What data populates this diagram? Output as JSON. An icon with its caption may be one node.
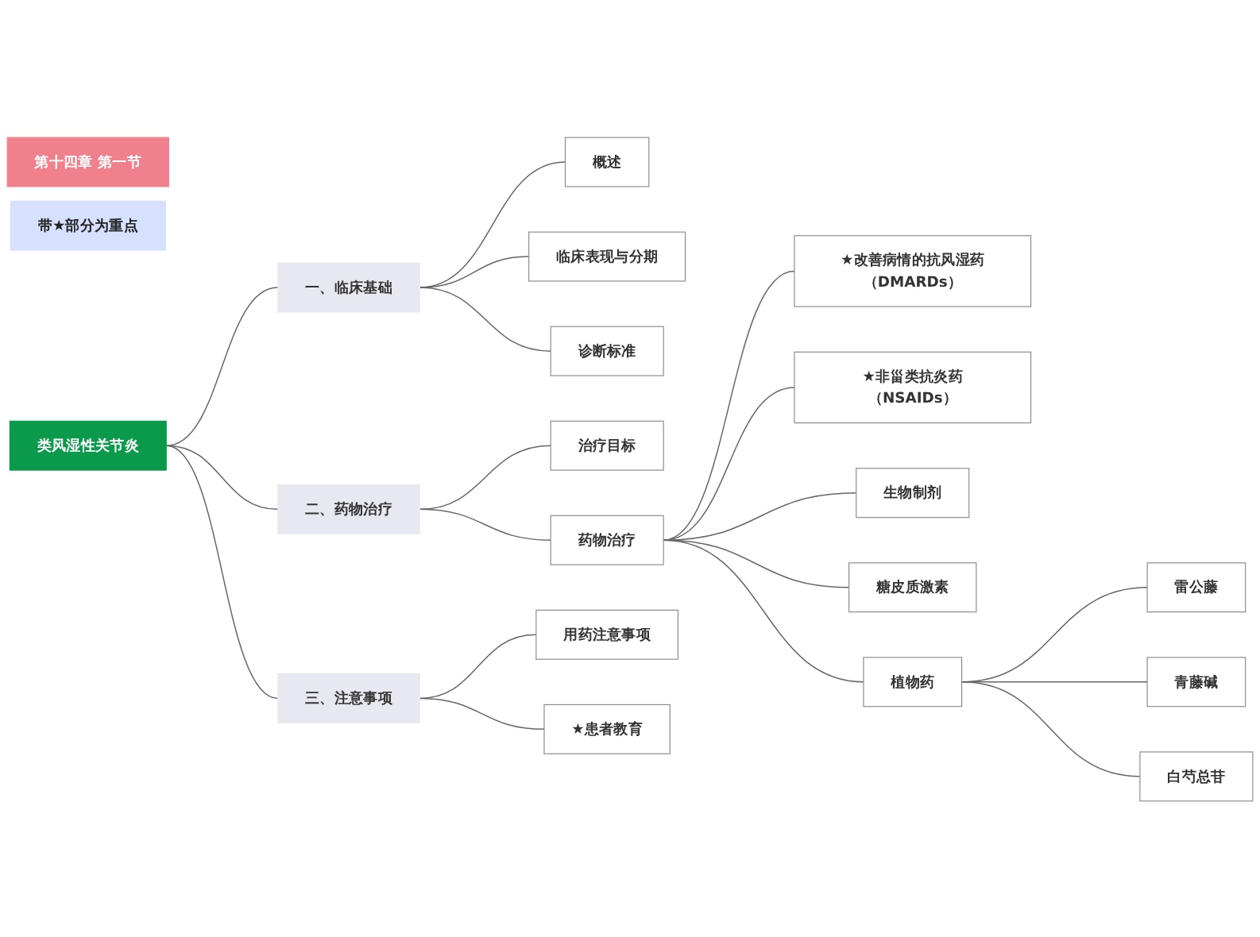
{
  "diagram": {
    "nodes": [
      {
        "text": [
          "第十四章  第一节"
        ]
      },
      {
        "text": [
          "带★部分为重点"
        ]
      },
      {
        "text": [
          "类风湿性关节炎"
        ]
      },
      {
        "text": [
          "一、临床基础"
        ]
      },
      {
        "text": [
          "概述"
        ]
      },
      {
        "text": [
          "临床表现与分期"
        ]
      },
      {
        "text": [
          "诊断标准"
        ]
      },
      {
        "text": [
          "二、药物治疗"
        ]
      },
      {
        "text": [
          "治疗目标"
        ]
      },
      {
        "text": [
          "药物治疗"
        ]
      },
      {
        "text": [
          "★改善病情的抗风湿药（DMARDs）"
        ]
      },
      {
        "text": [
          "★非甾类抗炎药（NSAIDs）"
        ]
      },
      {
        "text": [
          "生物制剂"
        ]
      },
      {
        "text": [
          "糖皮质激素"
        ]
      },
      {
        "text": [
          "植物药"
        ]
      },
      {
        "text": [
          "雷公藤"
        ]
      },
      {
        "text": [
          "青藤碱"
        ]
      },
      {
        "text": [
          "白芍总苷"
        ]
      },
      {
        "text": [
          "三、注意事项"
        ]
      },
      {
        "text": [
          "用药注意事项"
        ]
      },
      {
        "text": [
          "★患者教育"
        ]
      }
    ],
    "edges": [
      {
        "from": 2,
        "to": 3,
        "arrow": "none"
      },
      {
        "from": 3,
        "to": 4,
        "arrow": "none"
      },
      {
        "from": 3,
        "to": 5,
        "arrow": "none"
      },
      {
        "from": 3,
        "to": 6,
        "arrow": "none"
      },
      {
        "from": 2,
        "to": 7,
        "arrow": "none"
      },
      {
        "from": 7,
        "to": 8,
        "arrow": "none"
      },
      {
        "from": 7,
        "to": 9,
        "arrow": "none"
      },
      {
        "from": 9,
        "to": 10,
        "arrow": "none"
      },
      {
        "from": 9,
        "to": 11,
        "arrow": "none"
      },
      {
        "from": 9,
        "to": 12,
        "arrow": "none"
      },
      {
        "from": 9,
        "to": 13,
        "arrow": "none"
      },
      {
        "from": 9,
        "to": 14,
        "arrow": "none"
      },
      {
        "from": 14,
        "to": 15,
        "arrow": "none"
      },
      {
        "from": 14,
        "to": 16,
        "arrow": "none"
      },
      {
        "from": 14,
        "to": 17,
        "arrow": "none"
      },
      {
        "from": 2,
        "to": 18,
        "arrow": "none"
      },
      {
        "from": 18,
        "to": 19,
        "arrow": "none"
      },
      {
        "from": 18,
        "to": 20,
        "arrow": "none"
      }
    ]
  }
}
